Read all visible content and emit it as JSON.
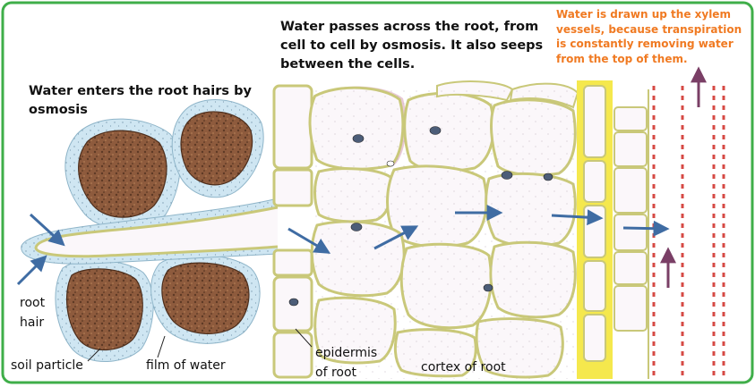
{
  "texts": {
    "enters": "Water enters the root hairs by osmosis",
    "passes": "Water passes across the root, from cell to cell by osmosis. It also seeps between the cells.",
    "xylem": "Water is drawn up the xylem vessels, because transpiration is constantly removing water from the top of them."
  },
  "labels": {
    "root_hair": "root hair",
    "soil_particle": "soil particle",
    "film_of_water": "film of water",
    "epidermis": "epidermis of root",
    "cortex": "cortex of root"
  },
  "colors": {
    "frame": "#3fae49",
    "soil": "#8c5a3c",
    "water_film": "#cfe6f2",
    "cell_wall": "#c9c879",
    "cell_fill": "#fbf7fa",
    "cell_pink": "#e8c9d6",
    "nucleus": "#4c5d78",
    "xylem_band": "#f5e84d",
    "flow_arrow": "#3f6ca3",
    "up_arrow": "#7a3f66",
    "orange_text": "#f07a22",
    "dash_red": "#d64a44"
  }
}
